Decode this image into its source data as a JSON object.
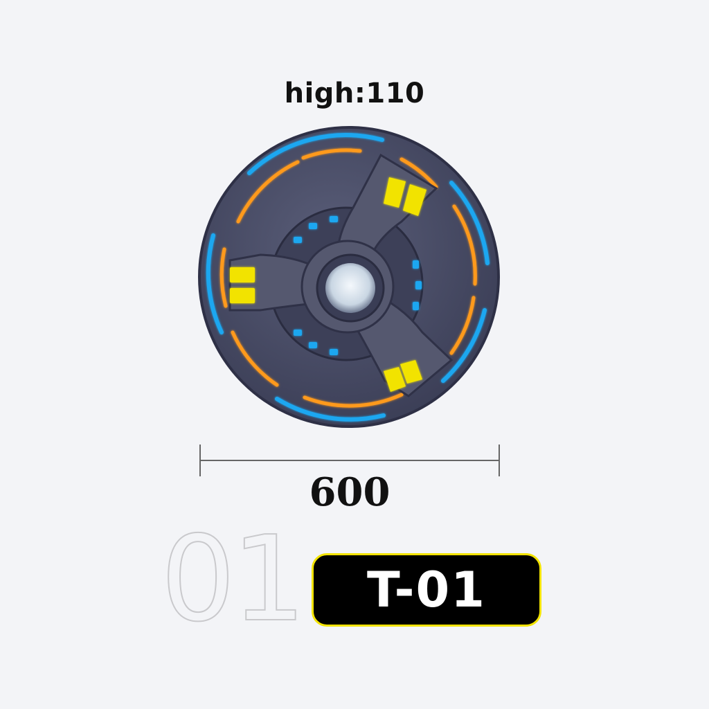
{
  "height_label": "high:110",
  "width_label": "600",
  "item_number": "01",
  "model_badge": "T-01",
  "colors": {
    "background": "#f3f4f7",
    "disc_body": "#4a4d66",
    "blue_light": "#1ea7f0",
    "orange_light": "#ff9a1f",
    "yellow_light": "#f2e300",
    "badge_border": "#f2e300"
  },
  "product_icon": "spinning-disc-product"
}
